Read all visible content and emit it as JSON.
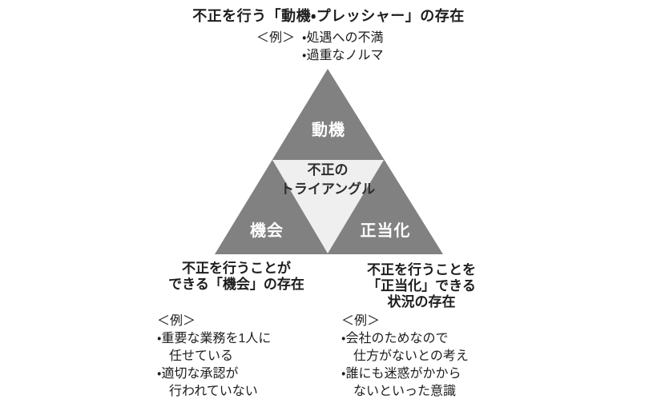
{
  "colors": {
    "triangle_fill": "#818181",
    "inner_triangle_fill": "#efefef",
    "triangle_label_color": "#ffffff",
    "text_color": "#1d1d1d"
  },
  "top": {
    "title": "不正を行う「動機・プレッシャー」の存在",
    "example_label": "＜例＞",
    "examples": [
      "・処遇への不満",
      "・過重なノルマ"
    ]
  },
  "triangle": {
    "top_label": "動機",
    "left_label": "機会",
    "right_label": "正当化",
    "center_label_line1": "不正の",
    "center_label_line2": "トライアングル"
  },
  "bottom_left": {
    "heading_lines": [
      "不正を行うことが",
      "できる「機会」の存在"
    ],
    "example_label": "＜例＞",
    "examples": [
      {
        "first": "・重要な業務を1人に",
        "cont": "任せている"
      },
      {
        "first": "・適切な承認が",
        "cont": "行われていない"
      }
    ]
  },
  "bottom_right": {
    "heading_lines": [
      "不正を行うことを",
      "「正当化」できる",
      "状況の存在"
    ],
    "example_label": "＜例＞",
    "examples": [
      {
        "first": "・会社のためなので",
        "cont": "仕方がないとの考え"
      },
      {
        "first": "・誰にも迷惑がかから",
        "cont": "ないといった意識"
      }
    ]
  }
}
